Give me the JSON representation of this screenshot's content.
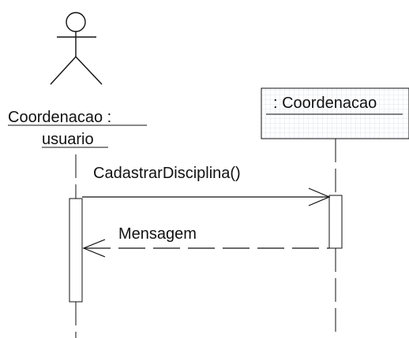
{
  "diagram": {
    "actor": {
      "label_line1": "Coordenacao :",
      "label_line2": "usuario"
    },
    "object": {
      "label": ": Coordenacao"
    },
    "messages": {
      "call": "CadastrarDisciplina()",
      "reply": "Mensagem"
    }
  },
  "colors": {
    "ink": "#111111",
    "grid": "#d9dde6",
    "background": "#ffffff"
  }
}
